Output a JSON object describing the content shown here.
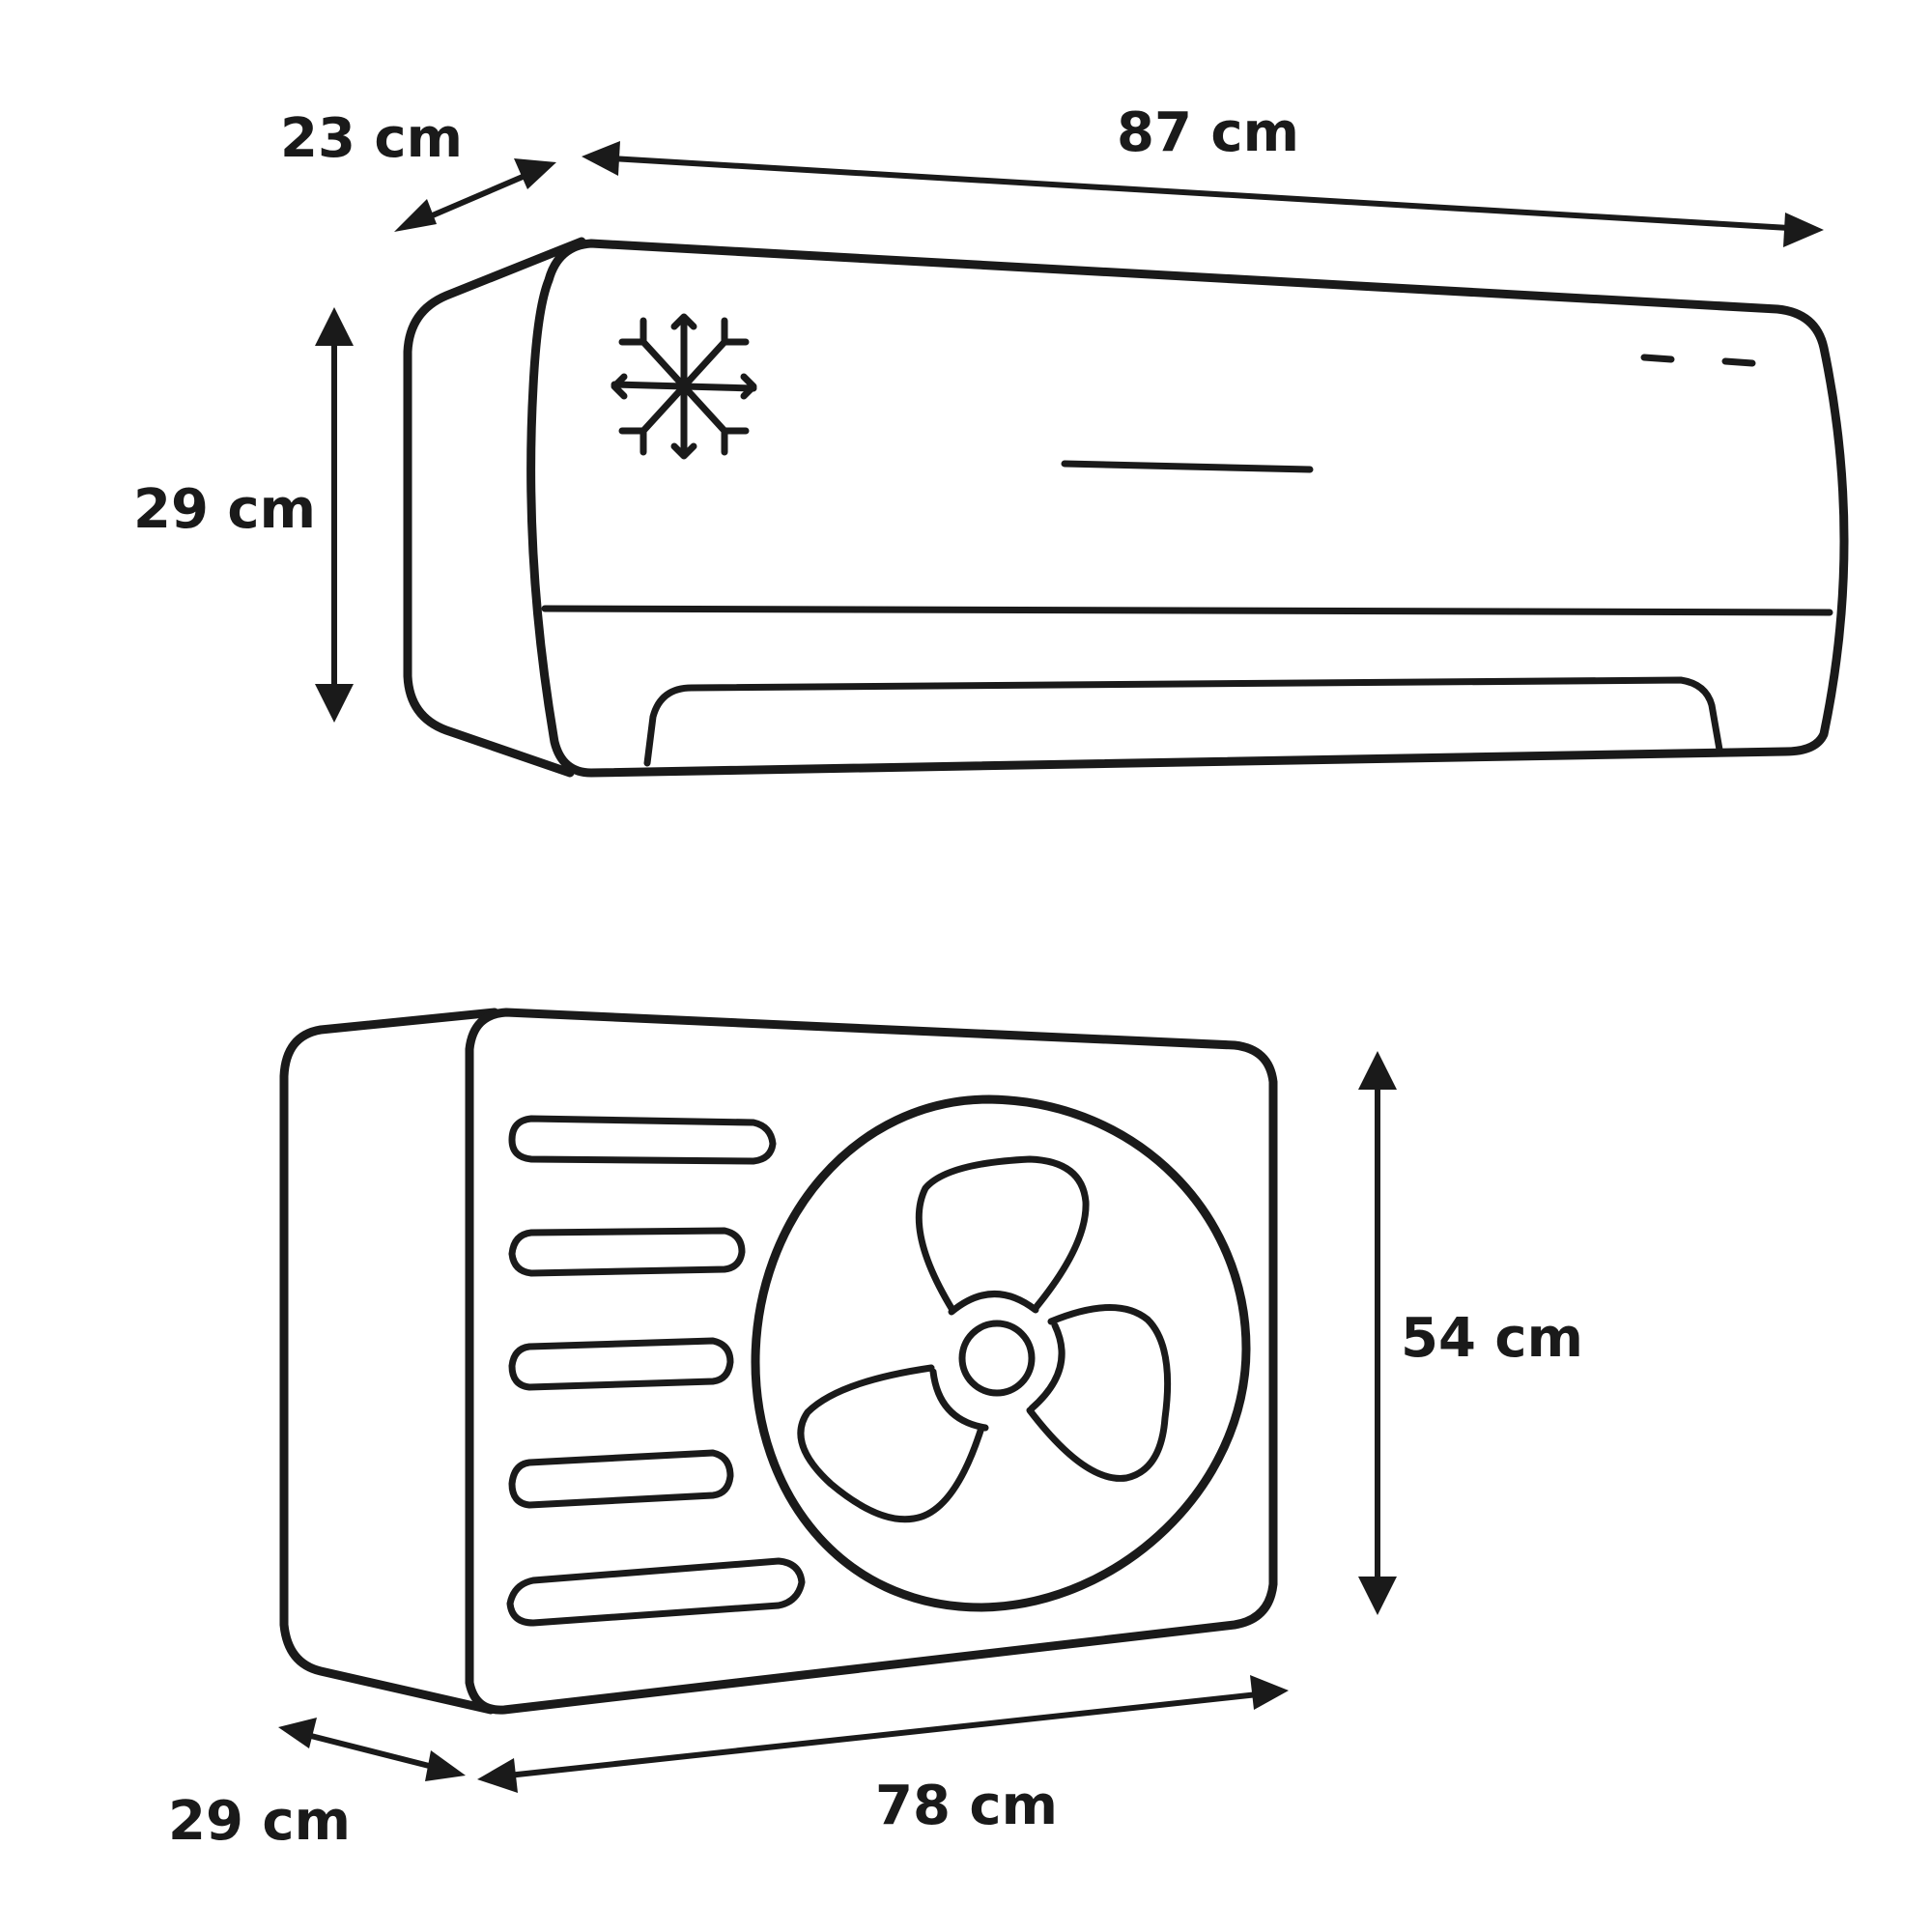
{
  "colors": {
    "stroke": "#1a1a1a",
    "background": "#ffffff"
  },
  "indoor_unit": {
    "icon": "snowflake-icon",
    "dimensions": {
      "depth": "23 cm",
      "width": "87 cm",
      "height": "29 cm"
    }
  },
  "outdoor_unit": {
    "icon": "fan-icon",
    "dimensions": {
      "height": "54 cm",
      "depth": "29 cm",
      "width": "78 cm"
    }
  }
}
